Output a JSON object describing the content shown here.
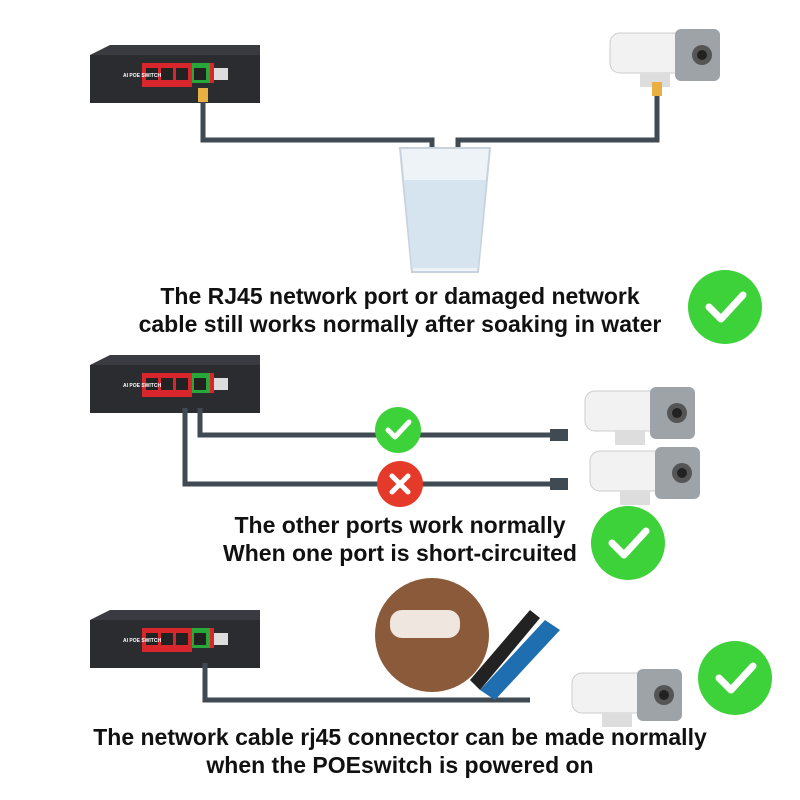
{
  "colors": {
    "check_green": "#3ed23a",
    "cross_red": "#e53a2a",
    "cable": "#3f4a52",
    "switch_body": "#2b2c30",
    "poe_ports": "#d8262c",
    "uplink_port": "#27a838"
  },
  "switch_logo": "AI POE SWITCH",
  "sections": [
    {
      "caption_lines": [
        "The RJ45 network port or damaged network",
        "cable still works normally after soaking in water"
      ],
      "status": "check-icon"
    },
    {
      "caption_lines": [
        "The other ports work normally",
        "When one port is short-circuited"
      ],
      "status": "check-icon",
      "cable_states": [
        "check-icon",
        "cross-icon"
      ]
    },
    {
      "caption_lines": [
        "The network cable rj45 connector can be made normally",
        "when the POEswitch is powered on"
      ],
      "status": "check-icon"
    }
  ]
}
